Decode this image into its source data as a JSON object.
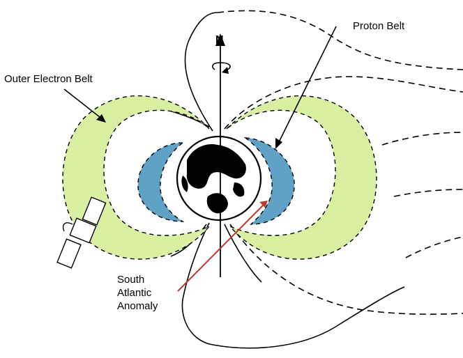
{
  "labels": {
    "proton_belt": "Proton Belt",
    "outer_electron_belt": "Outer Electron Belt",
    "south_atlantic_anomaly": [
      "South",
      "Atlantic",
      "Anomaly"
    ],
    "north": "N"
  },
  "colors": {
    "outer_belt": "#d9f0a3",
    "inner_belt": "#5fa2c6",
    "earth_land": "#000000",
    "earth_ocean": "#ffffff",
    "anomaly_pointer": "#c0392b"
  },
  "icons": [
    "satellite-icon",
    "rotation-arrow-icon",
    "north-arrow-icon"
  ]
}
